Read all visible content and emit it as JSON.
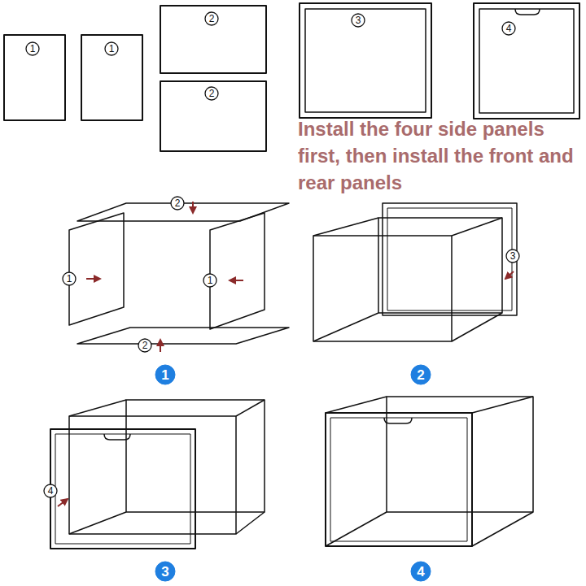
{
  "diagram": {
    "nodes": [
      {
        "text": [
          "1"
        ]
      },
      {
        "text": [
          "1"
        ]
      },
      {
        "text": [
          "2"
        ]
      },
      {
        "text": [
          "2"
        ]
      },
      {
        "text": [
          "3"
        ]
      },
      {
        "text": [
          "4"
        ]
      },
      {
        "text": [
          "2"
        ]
      },
      {
        "text": [
          "1"
        ]
      },
      {
        "text": [
          "1"
        ]
      },
      {
        "text": [
          "2"
        ]
      },
      {
        "text": [
          "1"
        ]
      },
      {
        "text": [
          "3"
        ]
      },
      {
        "text": [
          "2"
        ]
      },
      {
        "text": [
          "4"
        ]
      },
      {
        "text": [
          "3"
        ]
      },
      {
        "text": [
          "4"
        ]
      }
    ],
    "labels": [
      "Install the four side panels first, then install the front and rear panels"
    ]
  }
}
